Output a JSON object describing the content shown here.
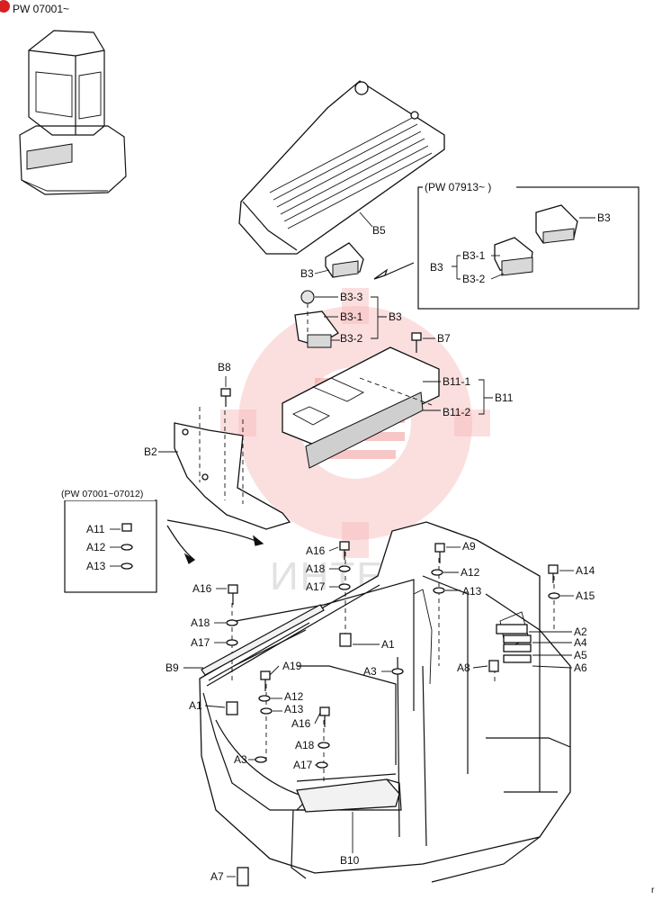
{
  "header": {
    "serial_range": "PW 07001~"
  },
  "watermark": {
    "text": "ИНТЕХ",
    "color": "#f29a9a"
  },
  "callouts": {
    "upper_range": "(PW 07913~  )",
    "lower_range": "(PW 07001~07012)"
  },
  "labels": {
    "B5": "B5",
    "B3_top": "B3",
    "B3_box_label": "B3",
    "B3_box_1": "B3-1",
    "B3_box_2": "B3-2",
    "B3_mid": "B3",
    "B3_3": "B3-3",
    "B3_1": "B3-1",
    "B3_2": "B3-2",
    "B3_bracket": "B3",
    "B7": "B7",
    "B8": "B8",
    "B11_1": "B11-1",
    "B11_2": "B11-2",
    "B11": "B11",
    "B2": "B2",
    "A11_box": "A11",
    "A12_box": "A12",
    "A13_box": "A13",
    "A16_top": "A16",
    "A9": "A9",
    "A14": "A14",
    "A18_top": "A18",
    "A12_top": "A12",
    "A17_top": "A17",
    "A13_top": "A13",
    "A15": "A15",
    "A16_left": "A16",
    "A18_left": "A18",
    "A17_left": "A17",
    "A1_mid": "A1",
    "A2": "A2",
    "A4": "A4",
    "A5": "A5",
    "A6": "A6",
    "A3_mid": "A3",
    "A8": "A8",
    "B9": "B9",
    "A19": "A19",
    "A12_mid": "A12",
    "A13_mid": "A13",
    "A1_left": "A1",
    "A16_low": "A16",
    "A18_low": "A18",
    "A3_low": "A3",
    "A17_low": "A17",
    "B10": "B10",
    "A7": "A7"
  },
  "page_mark": "r"
}
